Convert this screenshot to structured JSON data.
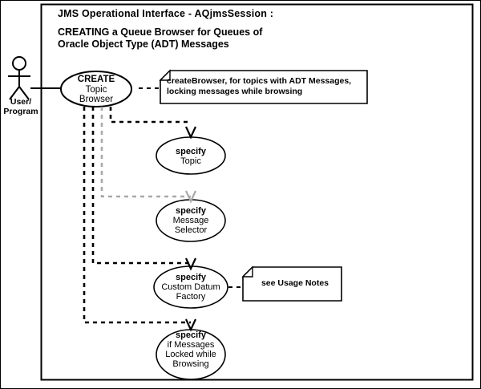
{
  "diagram": {
    "kind": "uml-use-case-diagram",
    "title_line1": "JMS Operational Interface  -  AQjmsSession  :",
    "title_line2": "CREATING a Queue Browser for Queues of",
    "title_line3": "Oracle Object Type (ADT) Messages",
    "colors": {
      "stroke": "#000000",
      "optional_path": "#a9a9a9",
      "background": "#ffffff"
    },
    "actor": {
      "name": "actor-user-program",
      "label_line1": "User/",
      "label_line2": "Program"
    },
    "use_cases": [
      {
        "id": "create-topic-browser",
        "line1": "CREATE",
        "line2": "Topic",
        "line3": "Browser",
        "line4": "",
        "bold_first_line": true
      },
      {
        "id": "specify-topic",
        "line1": "specify",
        "line2": "Topic",
        "line3": "",
        "line4": "",
        "bold_first_line": true
      },
      {
        "id": "specify-message-selector",
        "line1": "specify",
        "line2": "Message",
        "line3": "Selector",
        "line4": "",
        "bold_first_line": true
      },
      {
        "id": "specify-custom-datum-factory",
        "line1": "specify",
        "line2": "Custom Datum",
        "line3": "Factory",
        "line4": "",
        "bold_first_line": true
      },
      {
        "id": "specify-if-messages-locked",
        "line1": "specify",
        "line2": "if Messages",
        "line3": "Locked while",
        "line4": "Browsing",
        "bold_first_line": true
      }
    ],
    "notes": [
      {
        "id": "note-create-browser",
        "line1": "createBrowser, for topics with ADT Messages,",
        "line2": "locking messages while browsing"
      },
      {
        "id": "note-usage",
        "line1": "see Usage Notes",
        "line2": ""
      }
    ]
  }
}
